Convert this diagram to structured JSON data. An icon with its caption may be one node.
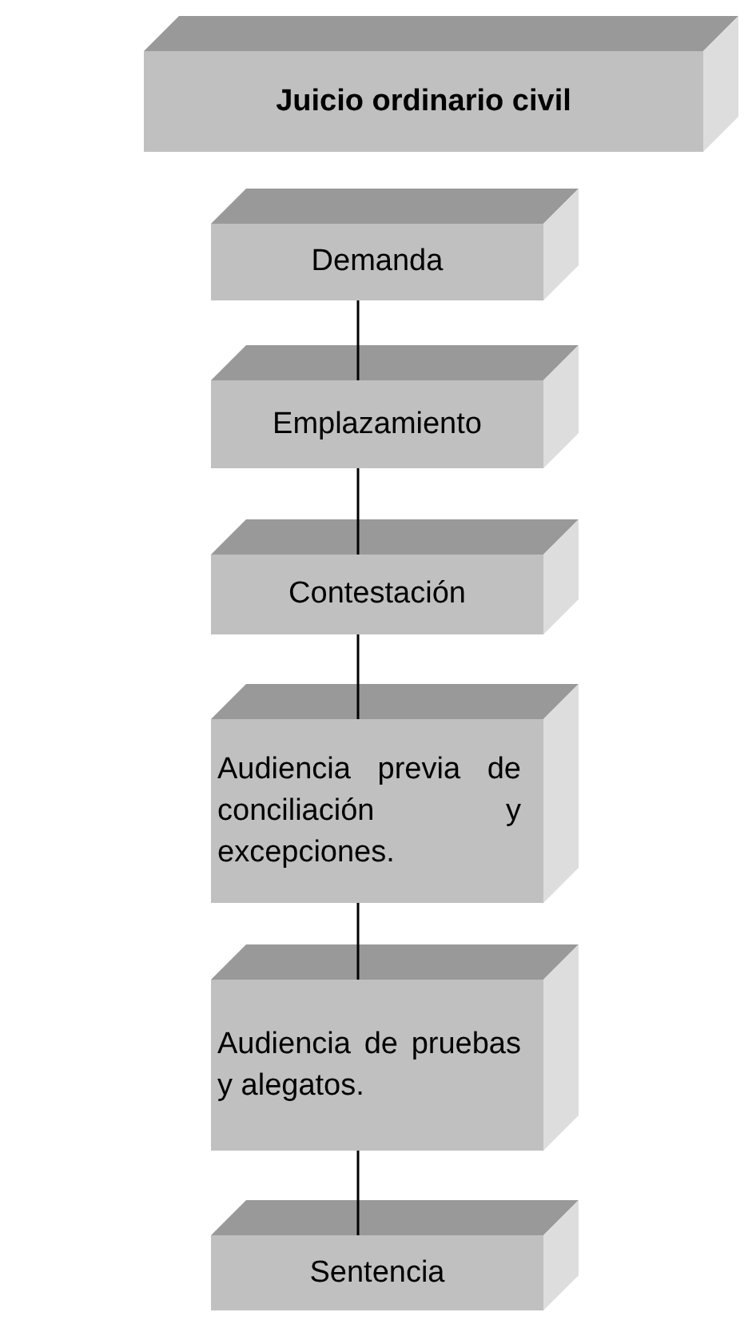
{
  "diagram": {
    "nodes": [
      {
        "text": [
          "Juicio ordinario civil"
        ]
      },
      {
        "text": [
          "Demanda"
        ]
      },
      {
        "text": [
          "Emplazamiento"
        ]
      },
      {
        "text": [
          "Contestación"
        ]
      },
      {
        "text": [
          "Audiencia previa de conciliación y excepciones."
        ]
      },
      {
        "text": [
          "Audiencia de pruebas y alegatos."
        ]
      },
      {
        "text": [
          "Sentencia"
        ]
      }
    ],
    "edges": [
      {
        "from": 1,
        "to": 2,
        "arrow": "none"
      },
      {
        "from": 2,
        "to": 3,
        "arrow": "none"
      },
      {
        "from": 3,
        "to": 4,
        "arrow": "none"
      },
      {
        "from": 4,
        "to": 5,
        "arrow": "none"
      },
      {
        "from": 5,
        "to": 6,
        "arrow": "none"
      }
    ]
  }
}
